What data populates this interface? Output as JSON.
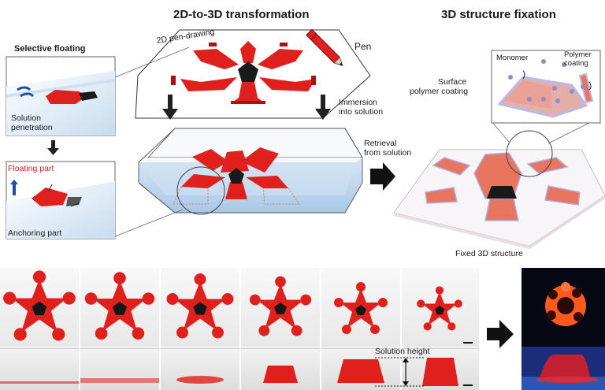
{
  "titles": {
    "left": "2D-to-3D transformation",
    "right": "3D structure fixation"
  },
  "labels": {
    "selective_floating": "Selective floating",
    "pen_drawing": "2D pen-drawing",
    "pen": "Pen",
    "immersion_line1": "Immersion",
    "immersion_line2": "into solution",
    "retrieval_line1": "Retrieval",
    "retrieval_line2": "from solution",
    "solution_line1": "Solution",
    "solution_line2": "penetration",
    "floating_part": "Floating part",
    "anchoring_part": "Anchoring part",
    "monomer": "Monomer",
    "polymer_line1": "Polymer",
    "polymer_line2": "coating",
    "surface_line1": "Surface",
    "surface_line2": "polymer coating",
    "fixed_structure": "Fixed 3D structure",
    "solution_height": "Solution height"
  },
  "colors": {
    "red": "#e0201c",
    "pink_fixed": "#e87560",
    "water": "#bcd6ee",
    "dark": "#1a1a1a"
  },
  "photo_frames": [
    {
      "id": "frame-1",
      "stage": 0
    },
    {
      "id": "frame-2",
      "stage": 1
    },
    {
      "id": "frame-3",
      "stage": 2
    },
    {
      "id": "frame-4",
      "stage": 3
    },
    {
      "id": "frame-5",
      "stage": 4
    },
    {
      "id": "frame-6",
      "stage": 5
    }
  ]
}
